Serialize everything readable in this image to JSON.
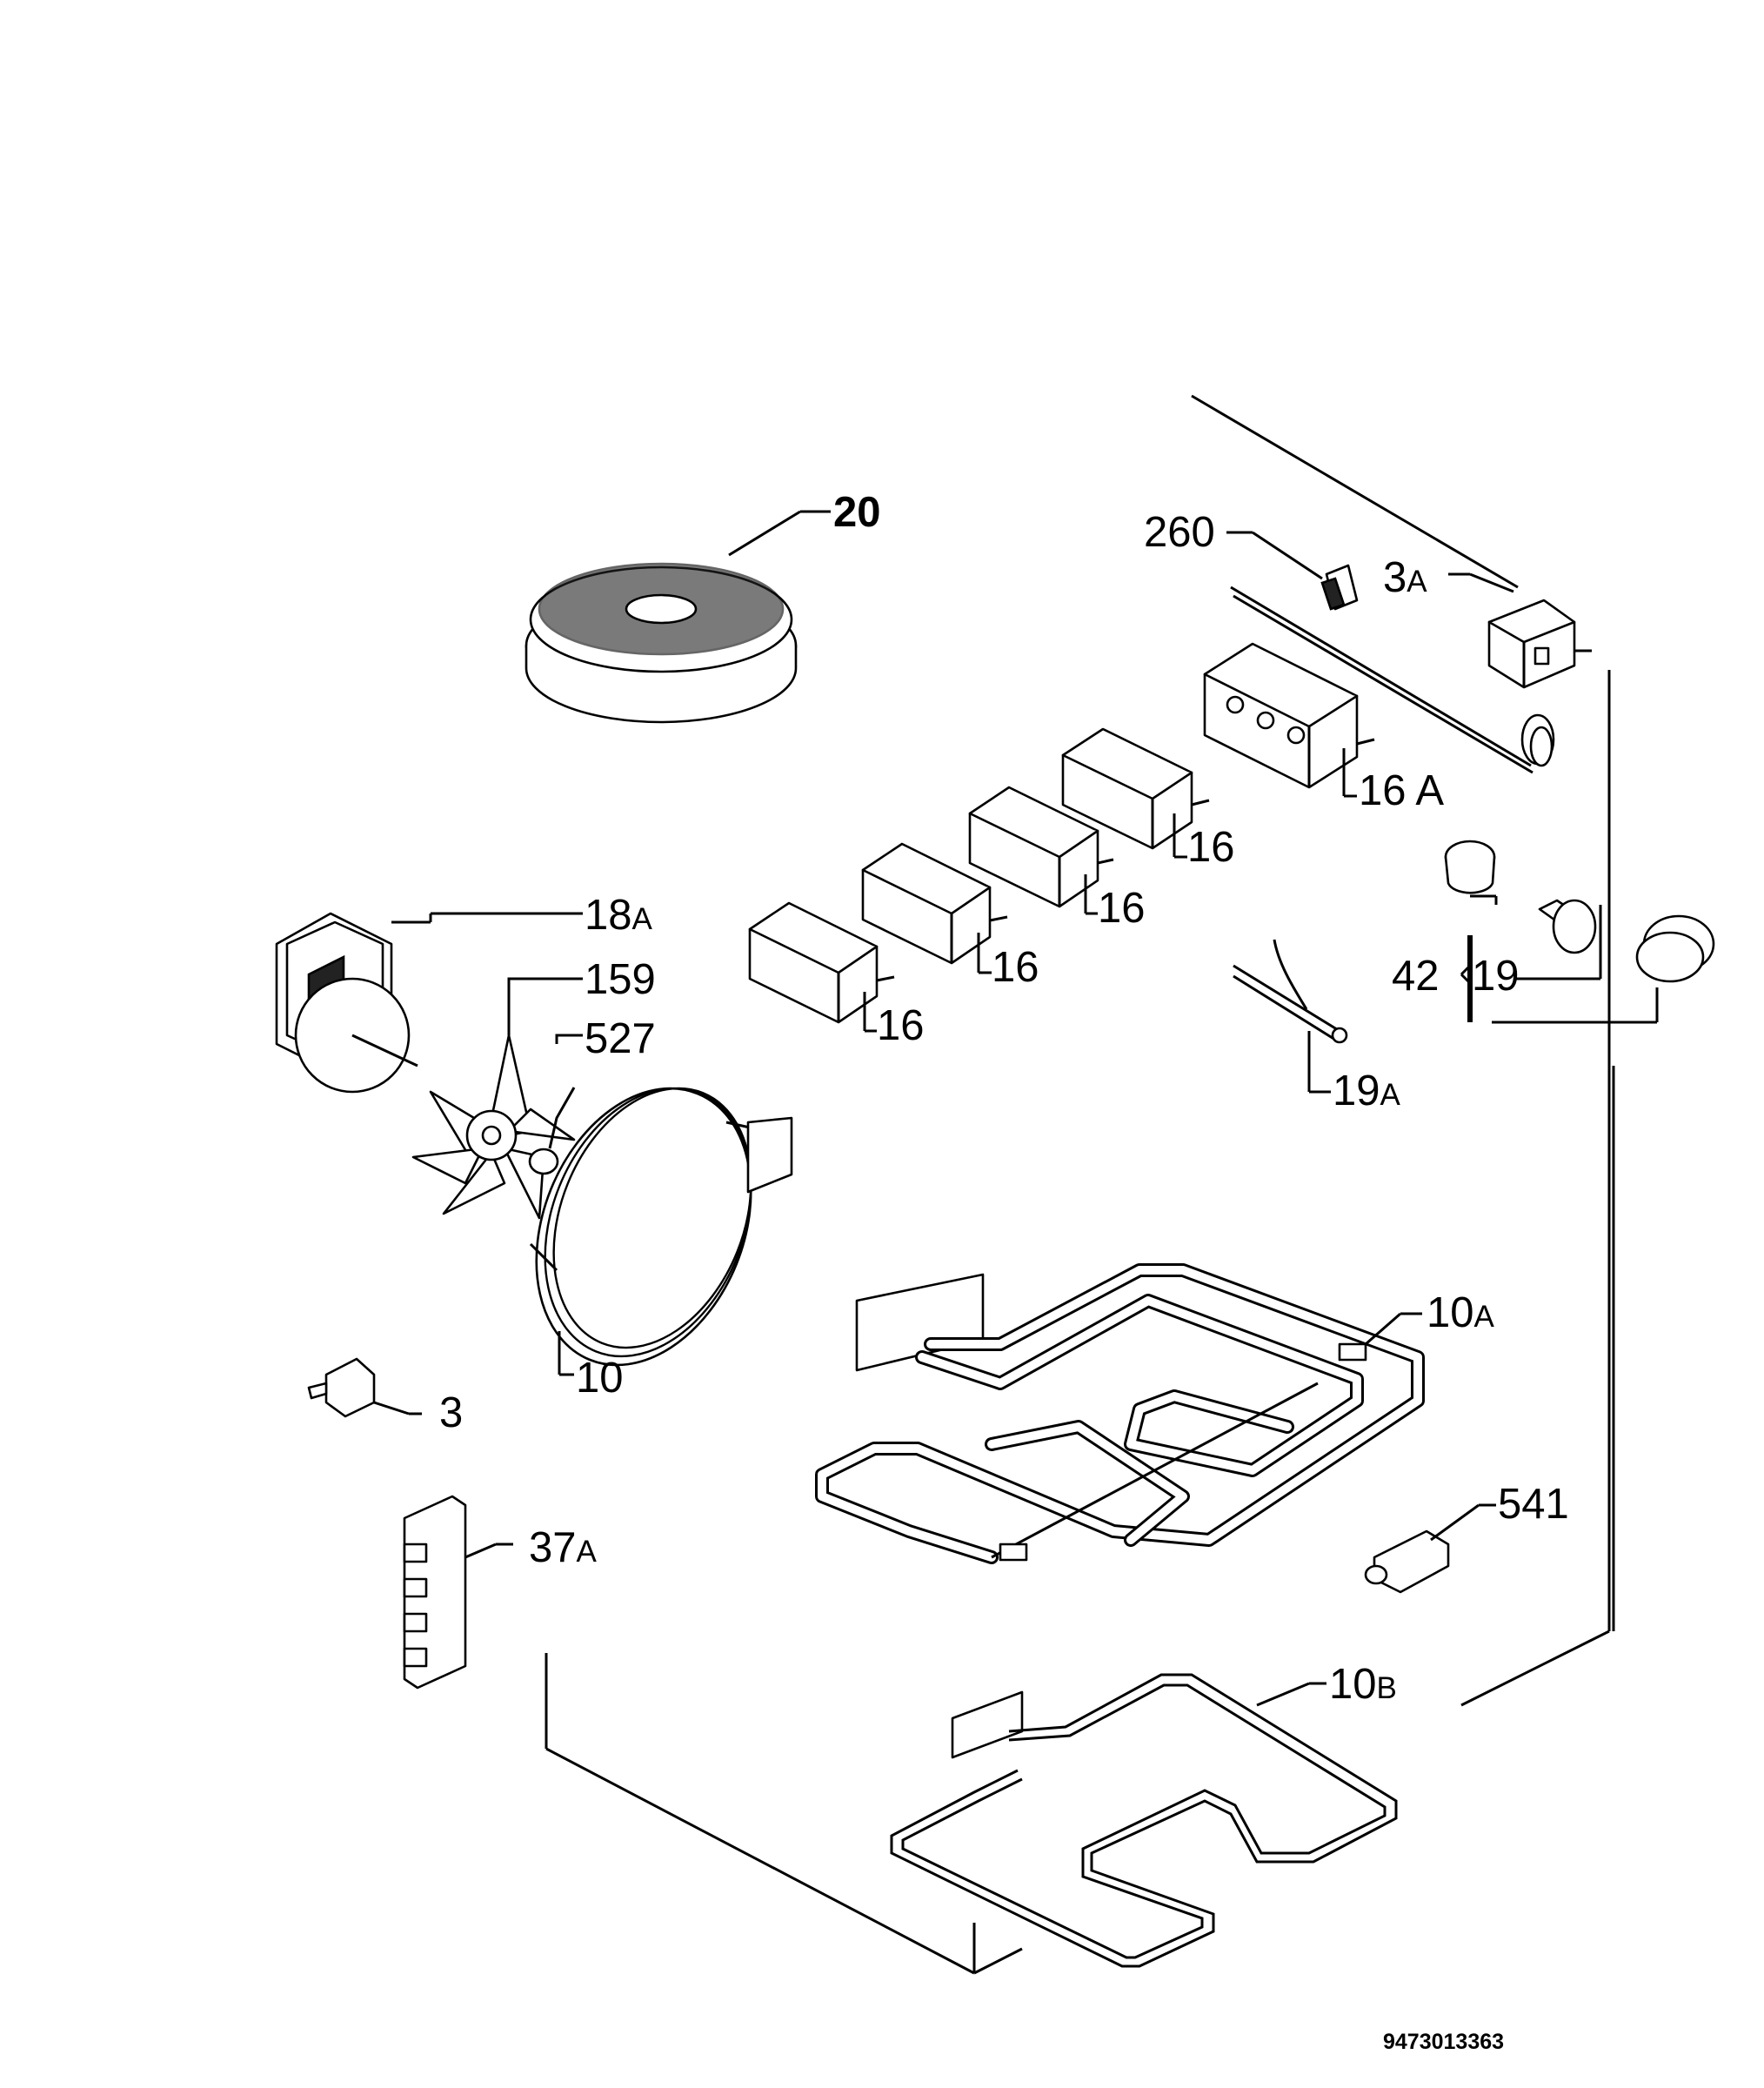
{
  "labels": {
    "l20": {
      "main": "20"
    },
    "l260": {
      "main": "260"
    },
    "l3a": {
      "main": "3",
      "sub": "A"
    },
    "l16a": {
      "main": "16 A"
    },
    "l16_1": {
      "main": "16"
    },
    "l16_2": {
      "main": "16"
    },
    "l16_3": {
      "main": "16"
    },
    "l16_4": {
      "main": "16"
    },
    "l18a": {
      "main": "18",
      "sub": "A"
    },
    "l159": {
      "main": "159"
    },
    "l527": {
      "main": "527"
    },
    "l42": {
      "main": "42"
    },
    "l19": {
      "main": "19"
    },
    "l19a": {
      "main": "19",
      "sub": "A"
    },
    "l10a": {
      "main": "10",
      "sub": "A"
    },
    "l10": {
      "main": "10"
    },
    "l3": {
      "main": "3"
    },
    "l37a": {
      "main": "37",
      "sub": "A"
    },
    "l541": {
      "main": "541"
    },
    "l10b": {
      "main": "10",
      "sub": "B"
    }
  },
  "drawing_code": "9473013363"
}
